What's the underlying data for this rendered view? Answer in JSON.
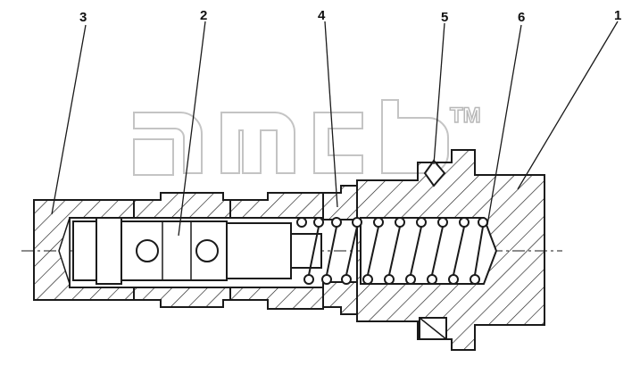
{
  "callouts": {
    "c1": "1",
    "c2": "2",
    "c3": "3",
    "c4": "4",
    "c5": "5",
    "c6": "6"
  },
  "watermark": {
    "trademark": "TM"
  },
  "colors": {
    "line": "#1a1a1a",
    "hatch": "#1a1a1a",
    "watermark_outline": "#b8b8b8",
    "background": "#ffffff"
  }
}
